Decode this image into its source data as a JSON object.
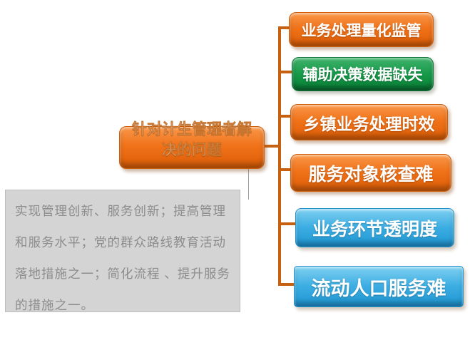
{
  "diagram": {
    "center": {
      "full_label": "针对计生管理者解决的问题",
      "line1": "针对计生管理者解",
      "line2": "决的问题"
    },
    "branches": [
      {
        "label": "业务处理量化监管",
        "color": "orange"
      },
      {
        "label": "辅助决策数据缺失",
        "color": "green"
      },
      {
        "label": "乡镇业务处理时效",
        "color": "orange"
      },
      {
        "label": "服务对象核查难",
        "color": "orange"
      },
      {
        "label": "业务环节透明度",
        "color": "blue"
      },
      {
        "label": "流动人口服务难",
        "color": "blue"
      }
    ],
    "colors": {
      "node_orange": "#F0731A",
      "node_green": "#179A4A",
      "node_blue": "#3DAEE3",
      "connector": "#C7600F",
      "node_text": "#FFFFFF"
    }
  },
  "note": {
    "lines": [
      "实现管理创新、服务创新；提高管理",
      "和服务水平；党的群众路线教育活动",
      "落地措施之一；简化流程 、提升服务",
      "的措施之一。"
    ],
    "full_text": "实现管理创新、服务创新；提高管理和服务水平；党的群众路线教育活动落地措施之一；简化流程 、提升服务的措施之一。",
    "background": "#D4D4D4",
    "text_color": "#8D8D8D"
  }
}
